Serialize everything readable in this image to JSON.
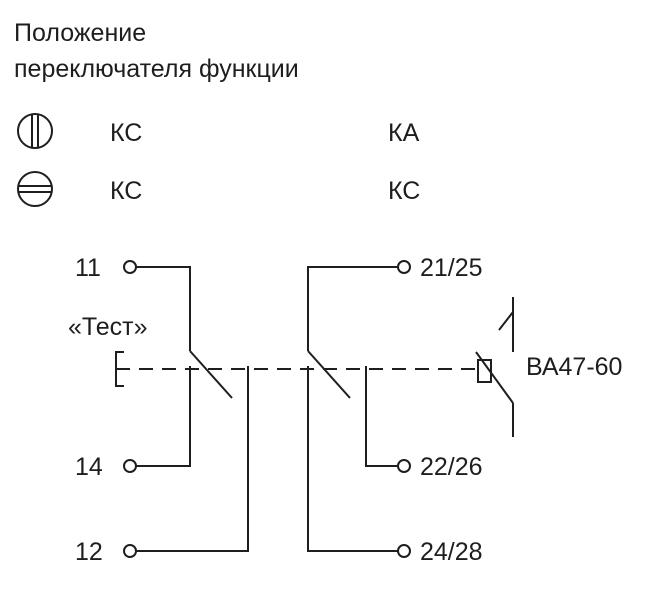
{
  "header": {
    "line1": "Положение",
    "line2": "переключателя функции"
  },
  "modes": [
    {
      "icon": "switch-vertical-icon",
      "col1": "КС",
      "col2": "КА"
    },
    {
      "icon": "switch-horizontal-icon",
      "col1": "КС",
      "col2": "КС"
    }
  ],
  "terminals": {
    "t11": "11",
    "t14": "14",
    "t12": "12",
    "t2125": "21/25",
    "t2226": "22/26",
    "t2428": "24/28"
  },
  "test_label": "«Тест»",
  "breaker_label": "ВА47-60",
  "colors": {
    "line": "#1e1e1e",
    "background": "#ffffff"
  }
}
